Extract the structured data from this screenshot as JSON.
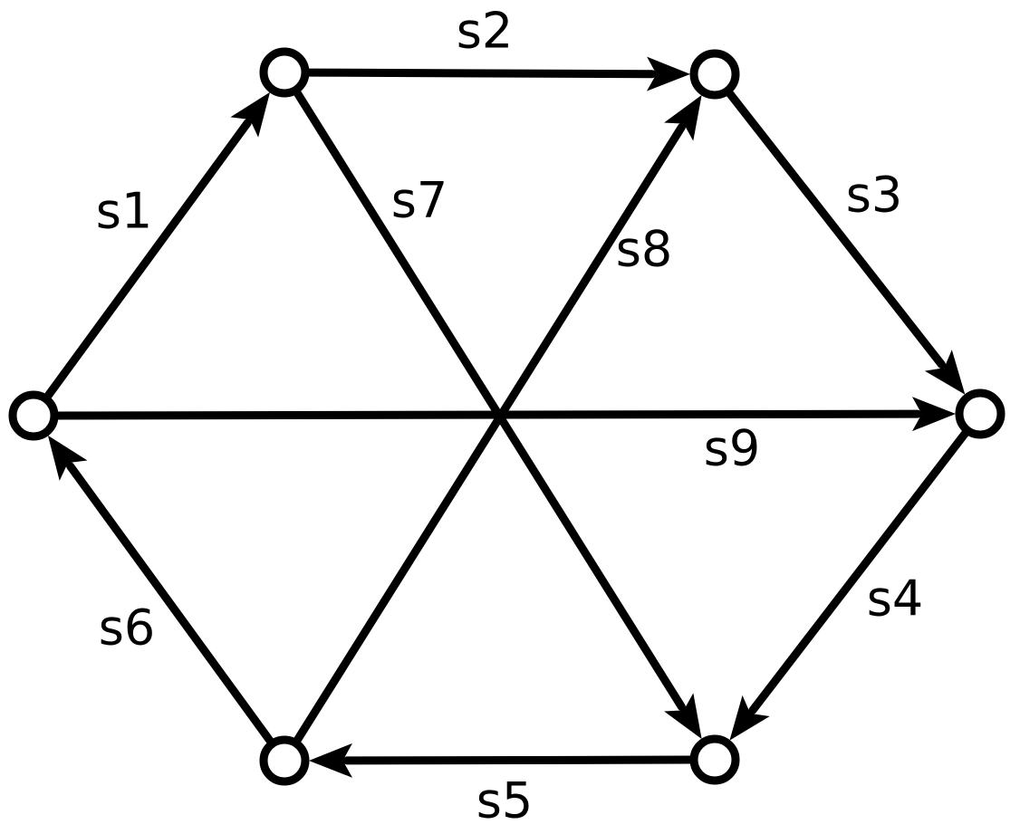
{
  "diagram": {
    "type": "directed-graph",
    "nodes": [
      {
        "id": "A"
      },
      {
        "id": "B"
      },
      {
        "id": "C"
      },
      {
        "id": "D"
      },
      {
        "id": "E"
      },
      {
        "id": "F"
      }
    ],
    "edges": [
      {
        "label": "s1",
        "from": "A",
        "to": "B"
      },
      {
        "label": "s2",
        "from": "B",
        "to": "C"
      },
      {
        "label": "s3",
        "from": "C",
        "to": "D"
      },
      {
        "label": "s4",
        "from": "D",
        "to": "E"
      },
      {
        "label": "s5",
        "from": "E",
        "to": "F"
      },
      {
        "label": "s6",
        "from": "F",
        "to": "A"
      },
      {
        "label": "s7",
        "from": "B",
        "to": "E"
      },
      {
        "label": "s8",
        "from": "F",
        "to": "C"
      },
      {
        "label": "s9",
        "from": "A",
        "to": "D"
      }
    ]
  }
}
